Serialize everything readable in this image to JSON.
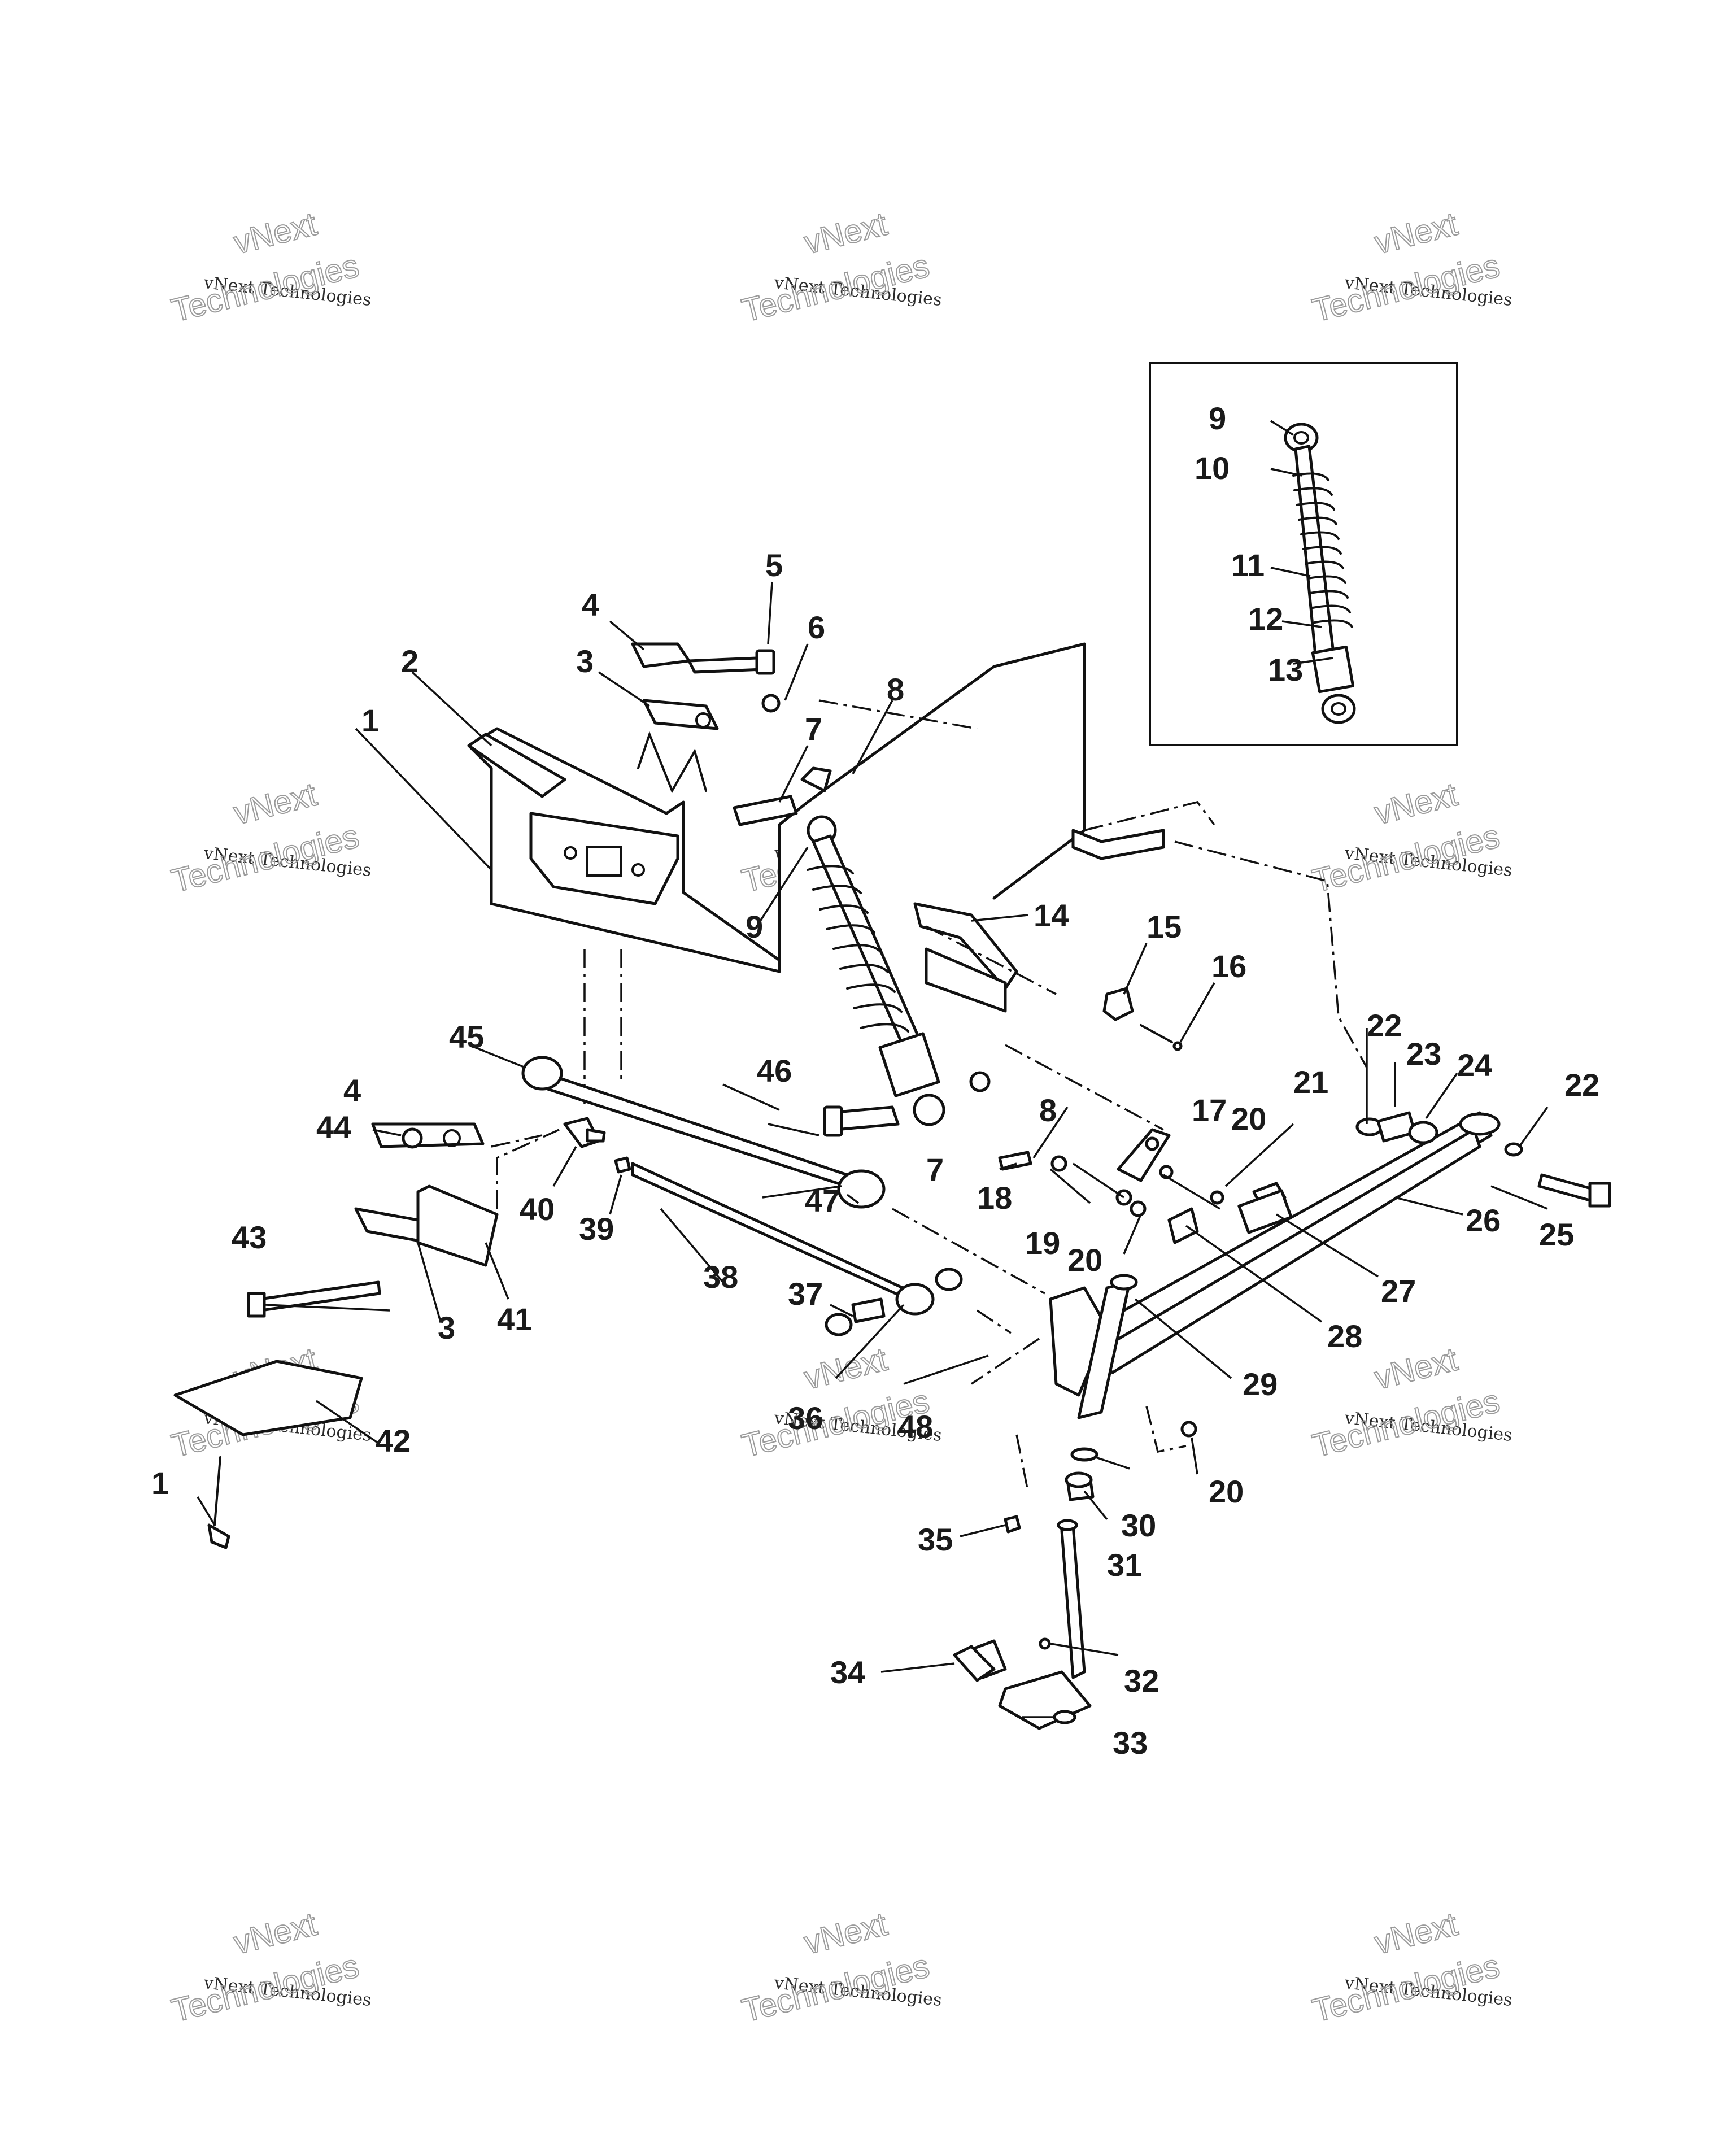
{
  "watermark": {
    "line1": "vNext",
    "line2": "vNext Technologies",
    "line3": "Technologies"
  },
  "callouts": [
    "1",
    "2",
    "3",
    "4",
    "5",
    "6",
    "7",
    "8",
    "9",
    "10",
    "11",
    "12",
    "13",
    "14",
    "15",
    "16",
    "17",
    "18",
    "19",
    "20",
    "21",
    "22",
    "23",
    "24",
    "25",
    "26",
    "27",
    "28",
    "29",
    "30",
    "31",
    "32",
    "33",
    "34",
    "35",
    "36",
    "37",
    "38",
    "39",
    "40",
    "41",
    "42",
    "43",
    "44",
    "45",
    "46",
    "47",
    "48"
  ],
  "colors": {
    "ink": "#111111",
    "background": "#ffffff",
    "watermark": "#9a9a9a"
  }
}
